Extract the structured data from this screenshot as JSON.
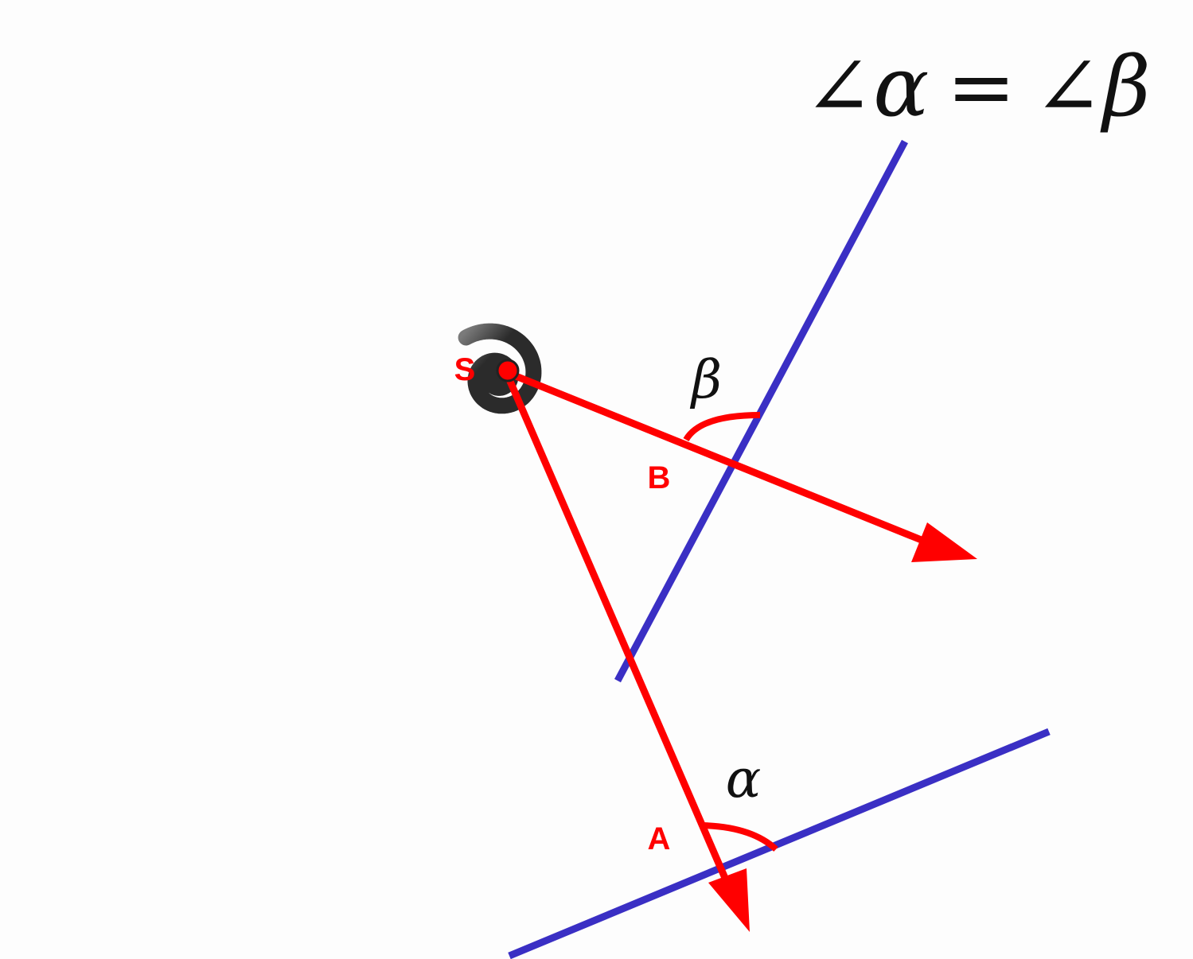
{
  "diagram": {
    "title": {
      "angle_symbol": "∠",
      "alpha": "α",
      "equals": "=",
      "beta": "β"
    },
    "points": {
      "center": "S",
      "point_b": "B",
      "point_a": "A"
    },
    "angles": {
      "beta": "β",
      "alpha": "α"
    }
  },
  "colors": {
    "spiral": "#2e2e2e",
    "ray": "#ff0000",
    "tangent": "#3a2fc4",
    "background": "#fdfdfd"
  }
}
